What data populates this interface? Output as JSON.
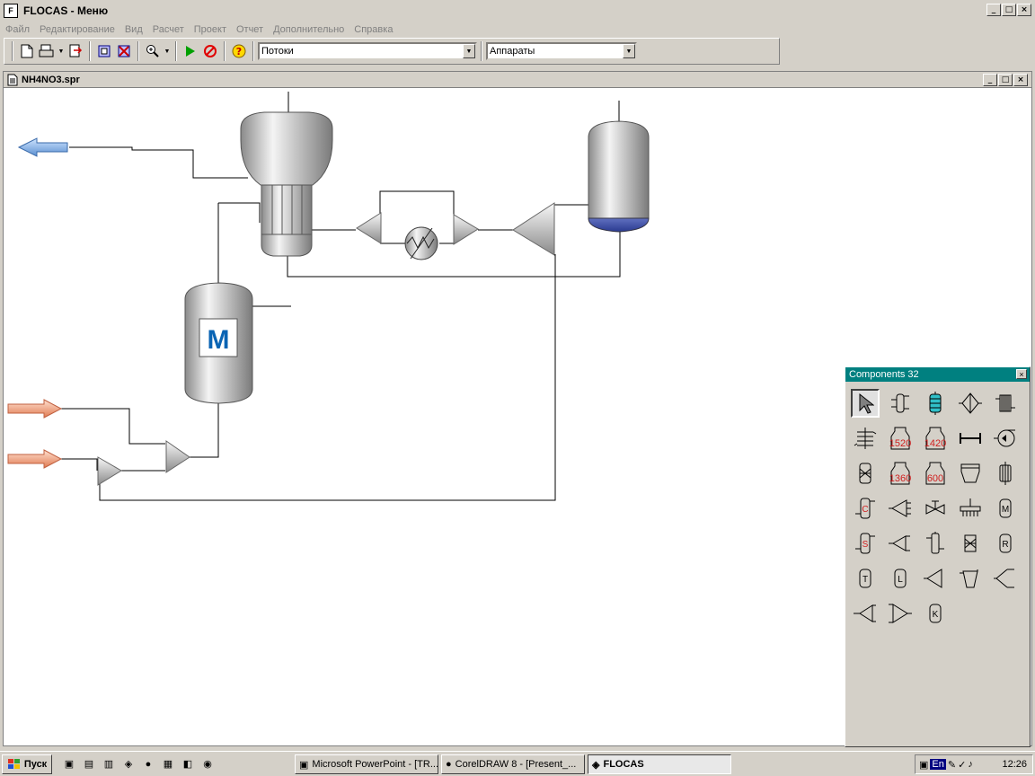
{
  "app": {
    "title": "FLOCAS",
    "subtitle": "Меню",
    "separator": " - "
  },
  "menu": [
    "Файл",
    "Редактирование",
    "Вид",
    "Расчет",
    "Проект",
    "Отчет",
    "Дополнительно",
    "Справка"
  ],
  "toolbar": {
    "streams_combo": "Потоки",
    "apparatus_combo": "Аппараты",
    "icons": [
      "new-file-icon",
      "print-icon",
      "export-icon",
      "stream-properties-icon",
      "delete-icon",
      "zoom-icon",
      "run-icon",
      "stop-icon",
      "help-icon"
    ]
  },
  "document": {
    "title": "NH4NO3.spr"
  },
  "diagram": {
    "mixer_label": "M"
  },
  "components_panel": {
    "title": "Components 32",
    "close": "×",
    "labels": {
      "c1520": "1520",
      "c1420": "1420",
      "c1360": "1360",
      "c600": "600",
      "m": "M",
      "r": "R",
      "t": "T",
      "l": "L",
      "k": "K",
      "c": "C",
      "s": "S"
    }
  },
  "taskbar": {
    "start": "Пуск",
    "tasks": [
      "Microsoft PowerPoint - [TR...",
      "CorelDRAW 8 - [Present_...",
      "FLOCAS"
    ],
    "lang": "En",
    "clock": "12:26"
  },
  "colors": {
    "panel_title": "#008080",
    "window_bg": "#d4d0c8",
    "label_blue": "#0a64b4",
    "label_red": "#d02020"
  }
}
